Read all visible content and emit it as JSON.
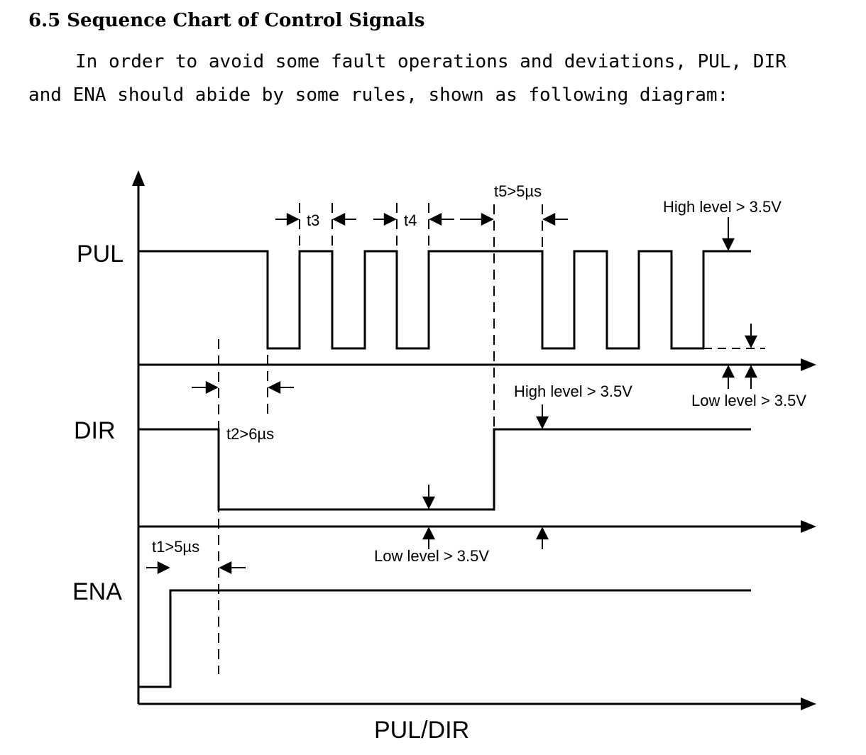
{
  "section": {
    "heading": "6.5 Sequence Chart of Control Signals",
    "paragraph_line1": "In order to avoid some fault operations and deviations, PUL, DIR",
    "paragraph_line2": "and ENA should abide by some rules, shown as following diagram:"
  },
  "diagram": {
    "signals": {
      "pul": "PUL",
      "dir": "DIR",
      "ena": "ENA"
    },
    "x_axis_label": "PUL/DIR",
    "timings": {
      "t1": "t1>5µs",
      "t2": "t2>6µs",
      "t3": "t3",
      "t4": "t4",
      "t5": "t5>5µs"
    },
    "levels": {
      "pul_high": "High level > 3.5V",
      "pul_low": "Low level > 3.5V",
      "dir_high": "High level > 3.5V",
      "dir_low": "Low level > 3.5V"
    }
  }
}
